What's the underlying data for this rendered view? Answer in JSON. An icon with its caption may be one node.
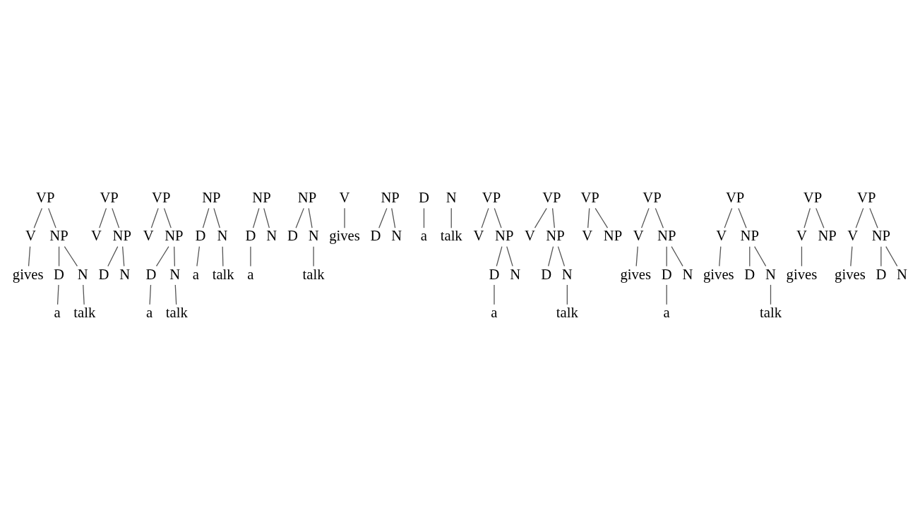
{
  "diagram": {
    "nodes": [
      {
        "text": [
          "VP"
        ]
      },
      {
        "text": [
          "V"
        ]
      },
      {
        "text": [
          "gives"
        ]
      },
      {
        "text": [
          "NP"
        ]
      },
      {
        "text": [
          "D"
        ]
      },
      {
        "text": [
          "a"
        ]
      },
      {
        "text": [
          "N"
        ]
      },
      {
        "text": [
          "talk"
        ]
      },
      {
        "text": [
          "VP"
        ]
      },
      {
        "text": [
          "V"
        ]
      },
      {
        "text": [
          "NP"
        ]
      },
      {
        "text": [
          "D"
        ]
      },
      {
        "text": [
          "N"
        ]
      },
      {
        "text": [
          "VP"
        ]
      },
      {
        "text": [
          "V"
        ]
      },
      {
        "text": [
          "NP"
        ]
      },
      {
        "text": [
          "D"
        ]
      },
      {
        "text": [
          "a"
        ]
      },
      {
        "text": [
          "N"
        ]
      },
      {
        "text": [
          "talk"
        ]
      },
      {
        "text": [
          "NP"
        ]
      },
      {
        "text": [
          "D"
        ]
      },
      {
        "text": [
          "a"
        ]
      },
      {
        "text": [
          "N"
        ]
      },
      {
        "text": [
          "talk"
        ]
      },
      {
        "text": [
          "NP"
        ]
      },
      {
        "text": [
          "D"
        ]
      },
      {
        "text": [
          "a"
        ]
      },
      {
        "text": [
          "N"
        ]
      },
      {
        "text": [
          "NP"
        ]
      },
      {
        "text": [
          "D"
        ]
      },
      {
        "text": [
          "N"
        ]
      },
      {
        "text": [
          "talk"
        ]
      },
      {
        "text": [
          "V"
        ]
      },
      {
        "text": [
          "gives"
        ]
      },
      {
        "text": [
          "NP"
        ]
      },
      {
        "text": [
          "D"
        ]
      },
      {
        "text": [
          "N"
        ]
      },
      {
        "text": [
          "D"
        ]
      },
      {
        "text": [
          "a"
        ]
      },
      {
        "text": [
          "N"
        ]
      },
      {
        "text": [
          "talk"
        ]
      },
      {
        "text": [
          "VP"
        ]
      },
      {
        "text": [
          "V"
        ]
      },
      {
        "text": [
          "NP"
        ]
      },
      {
        "text": [
          "D"
        ]
      },
      {
        "text": [
          "a"
        ]
      },
      {
        "text": [
          "N"
        ]
      },
      {
        "text": [
          "VP"
        ]
      },
      {
        "text": [
          "V"
        ]
      },
      {
        "text": [
          "NP"
        ]
      },
      {
        "text": [
          "D"
        ]
      },
      {
        "text": [
          "N"
        ]
      },
      {
        "text": [
          "talk"
        ]
      },
      {
        "text": [
          "VP"
        ]
      },
      {
        "text": [
          "V"
        ]
      },
      {
        "text": [
          "NP"
        ]
      },
      {
        "text": [
          "VP"
        ]
      },
      {
        "text": [
          "V"
        ]
      },
      {
        "text": [
          "gives"
        ]
      },
      {
        "text": [
          "NP"
        ]
      },
      {
        "text": [
          "D"
        ]
      },
      {
        "text": [
          "a"
        ]
      },
      {
        "text": [
          "N"
        ]
      },
      {
        "text": [
          "VP"
        ]
      },
      {
        "text": [
          "V"
        ]
      },
      {
        "text": [
          "gives"
        ]
      },
      {
        "text": [
          "NP"
        ]
      },
      {
        "text": [
          "D"
        ]
      },
      {
        "text": [
          "N"
        ]
      },
      {
        "text": [
          "talk"
        ]
      },
      {
        "text": [
          "VP"
        ]
      },
      {
        "text": [
          "V"
        ]
      },
      {
        "text": [
          "gives"
        ]
      },
      {
        "text": [
          "NP"
        ]
      },
      {
        "text": [
          "VP"
        ]
      },
      {
        "text": [
          "V"
        ]
      },
      {
        "text": [
          "gives"
        ]
      },
      {
        "text": [
          "NP"
        ]
      },
      {
        "text": [
          "D"
        ]
      },
      {
        "text": [
          "N"
        ]
      }
    ],
    "edges": [
      {
        "from": 0,
        "to": 1,
        "arrow": "none"
      },
      {
        "from": 1,
        "to": 2,
        "arrow": "none"
      },
      {
        "from": 0,
        "to": 3,
        "arrow": "none"
      },
      {
        "from": 3,
        "to": 4,
        "arrow": "none"
      },
      {
        "from": 4,
        "to": 5,
        "arrow": "none"
      },
      {
        "from": 3,
        "to": 6,
        "arrow": "none"
      },
      {
        "from": 6,
        "to": 7,
        "arrow": "none"
      },
      {
        "from": 8,
        "to": 9,
        "arrow": "none"
      },
      {
        "from": 8,
        "to": 10,
        "arrow": "none"
      },
      {
        "from": 10,
        "to": 11,
        "arrow": "none"
      },
      {
        "from": 10,
        "to": 12,
        "arrow": "none"
      },
      {
        "from": 13,
        "to": 14,
        "arrow": "none"
      },
      {
        "from": 13,
        "to": 15,
        "arrow": "none"
      },
      {
        "from": 15,
        "to": 16,
        "arrow": "none"
      },
      {
        "from": 16,
        "to": 17,
        "arrow": "none"
      },
      {
        "from": 15,
        "to": 18,
        "arrow": "none"
      },
      {
        "from": 18,
        "to": 19,
        "arrow": "none"
      },
      {
        "from": 20,
        "to": 21,
        "arrow": "none"
      },
      {
        "from": 21,
        "to": 22,
        "arrow": "none"
      },
      {
        "from": 20,
        "to": 23,
        "arrow": "none"
      },
      {
        "from": 23,
        "to": 24,
        "arrow": "none"
      },
      {
        "from": 25,
        "to": 26,
        "arrow": "none"
      },
      {
        "from": 26,
        "to": 27,
        "arrow": "none"
      },
      {
        "from": 25,
        "to": 28,
        "arrow": "none"
      },
      {
        "from": 29,
        "to": 30,
        "arrow": "none"
      },
      {
        "from": 29,
        "to": 31,
        "arrow": "none"
      },
      {
        "from": 31,
        "to": 32,
        "arrow": "none"
      },
      {
        "from": 33,
        "to": 34,
        "arrow": "none"
      },
      {
        "from": 35,
        "to": 36,
        "arrow": "none"
      },
      {
        "from": 35,
        "to": 37,
        "arrow": "none"
      },
      {
        "from": 38,
        "to": 39,
        "arrow": "none"
      },
      {
        "from": 40,
        "to": 41,
        "arrow": "none"
      },
      {
        "from": 42,
        "to": 43,
        "arrow": "none"
      },
      {
        "from": 42,
        "to": 44,
        "arrow": "none"
      },
      {
        "from": 44,
        "to": 45,
        "arrow": "none"
      },
      {
        "from": 45,
        "to": 46,
        "arrow": "none"
      },
      {
        "from": 44,
        "to": 47,
        "arrow": "none"
      },
      {
        "from": 48,
        "to": 49,
        "arrow": "none"
      },
      {
        "from": 48,
        "to": 50,
        "arrow": "none"
      },
      {
        "from": 50,
        "to": 51,
        "arrow": "none"
      },
      {
        "from": 50,
        "to": 52,
        "arrow": "none"
      },
      {
        "from": 52,
        "to": 53,
        "arrow": "none"
      },
      {
        "from": 54,
        "to": 55,
        "arrow": "none"
      },
      {
        "from": 54,
        "to": 56,
        "arrow": "none"
      },
      {
        "from": 57,
        "to": 58,
        "arrow": "none"
      },
      {
        "from": 58,
        "to": 59,
        "arrow": "none"
      },
      {
        "from": 57,
        "to": 60,
        "arrow": "none"
      },
      {
        "from": 60,
        "to": 61,
        "arrow": "none"
      },
      {
        "from": 61,
        "to": 62,
        "arrow": "none"
      },
      {
        "from": 60,
        "to": 63,
        "arrow": "none"
      },
      {
        "from": 64,
        "to": 65,
        "arrow": "none"
      },
      {
        "from": 65,
        "to": 66,
        "arrow": "none"
      },
      {
        "from": 64,
        "to": 67,
        "arrow": "none"
      },
      {
        "from": 67,
        "to": 68,
        "arrow": "none"
      },
      {
        "from": 67,
        "to": 69,
        "arrow": "none"
      },
      {
        "from": 69,
        "to": 70,
        "arrow": "none"
      },
      {
        "from": 71,
        "to": 72,
        "arrow": "none"
      },
      {
        "from": 72,
        "to": 73,
        "arrow": "none"
      },
      {
        "from": 71,
        "to": 74,
        "arrow": "none"
      },
      {
        "from": 75,
        "to": 76,
        "arrow": "none"
      },
      {
        "from": 76,
        "to": 77,
        "arrow": "none"
      },
      {
        "from": 75,
        "to": 78,
        "arrow": "none"
      },
      {
        "from": 78,
        "to": 79,
        "arrow": "none"
      },
      {
        "from": 78,
        "to": 80,
        "arrow": "none"
      }
    ]
  }
}
